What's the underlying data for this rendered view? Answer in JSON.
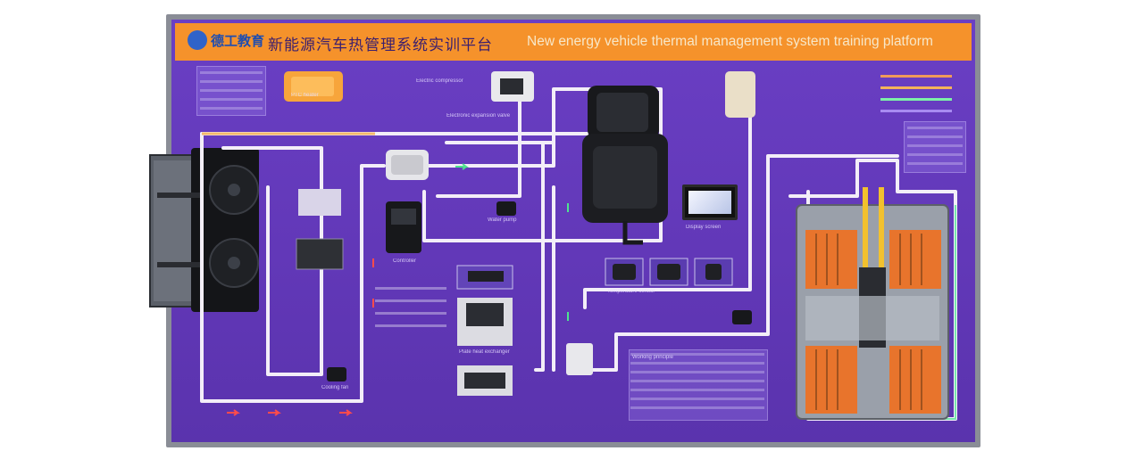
{
  "banner": {
    "logo_text": "德工教育",
    "title_cn": "新能源汽车热管理系统实训平台",
    "title_en": "New energy vehicle thermal management system training platform"
  },
  "labels": {
    "compressor": "Electric compressor",
    "screen": "Display screen",
    "valve": "Electronic expansion valve",
    "pump": "Water pump",
    "sensor": "Temperature sensor",
    "plate_heat": "Plate heat exchanger",
    "ptc": "PTC heater",
    "controller": "Controller",
    "caption_box": "Working principle",
    "fan": "Cooling fan"
  },
  "colors": {
    "board": "#6a3fc4",
    "banner": "#f5922b",
    "pipe": "#f3eef8",
    "battery": "#e8742c"
  }
}
